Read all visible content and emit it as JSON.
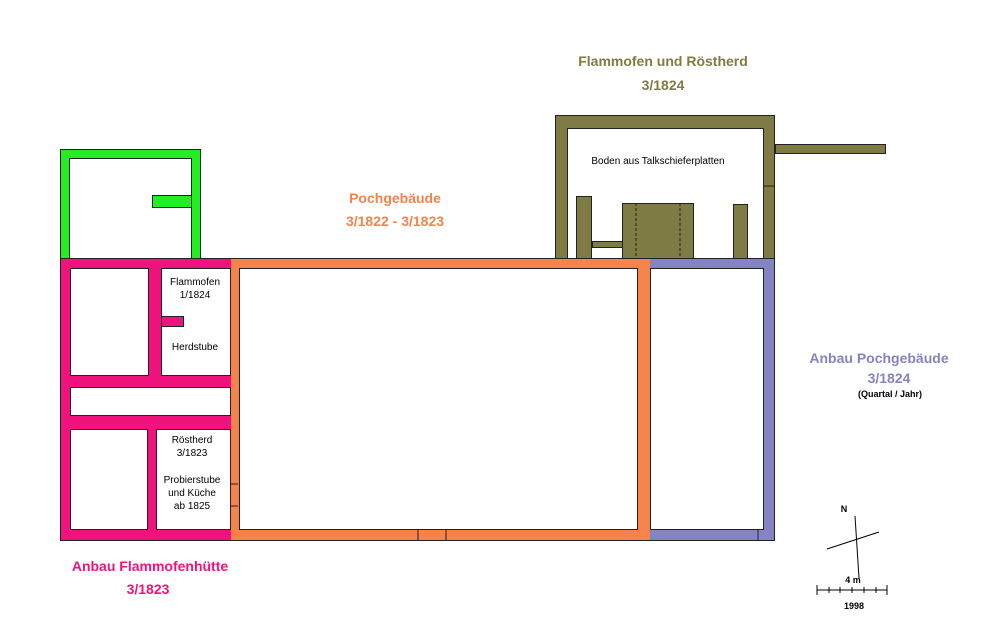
{
  "colors": {
    "pochgebaeude": "#f5834a",
    "anbau_flammofenhuette": "#f0127d",
    "flammofen_roestherd": "#7e7c44",
    "anbau_pochgebaeude": "#8484c4",
    "green_room": "#22ee22",
    "outline": "#222222"
  },
  "labels": {
    "flammofen_roestherd_title": "Flammofen und Röstherd",
    "flammofen_roestherd_date": "3/1824",
    "pochgebaeude_title": "Pochgebäude",
    "pochgebaeude_date": "3/1822 - 3/1823",
    "anbau_pochgebaeude_title": "Anbau Pochgebäude",
    "anbau_pochgebaeude_date": "3/1824",
    "anbau_pochgebaeude_note": "(Quartal / Jahr)",
    "anbau_flammofenhuette_title": "Anbau Flammofenhütte",
    "anbau_flammofenhuette_date": "3/1823",
    "boden": "Boden aus Talkschieferplatten",
    "flammofen_room_1": "Flammofen",
    "flammofen_room_2": "1/1824",
    "herdstube": "Herdstube",
    "roestherd_1": "Röstherd",
    "roestherd_2": "3/1823",
    "probierstube_1": "Probierstube",
    "probierstube_2": "und Küche",
    "probierstube_3": "ab 1825"
  },
  "legend": {
    "north": "N",
    "scale": "4 m",
    "year": "1998"
  }
}
